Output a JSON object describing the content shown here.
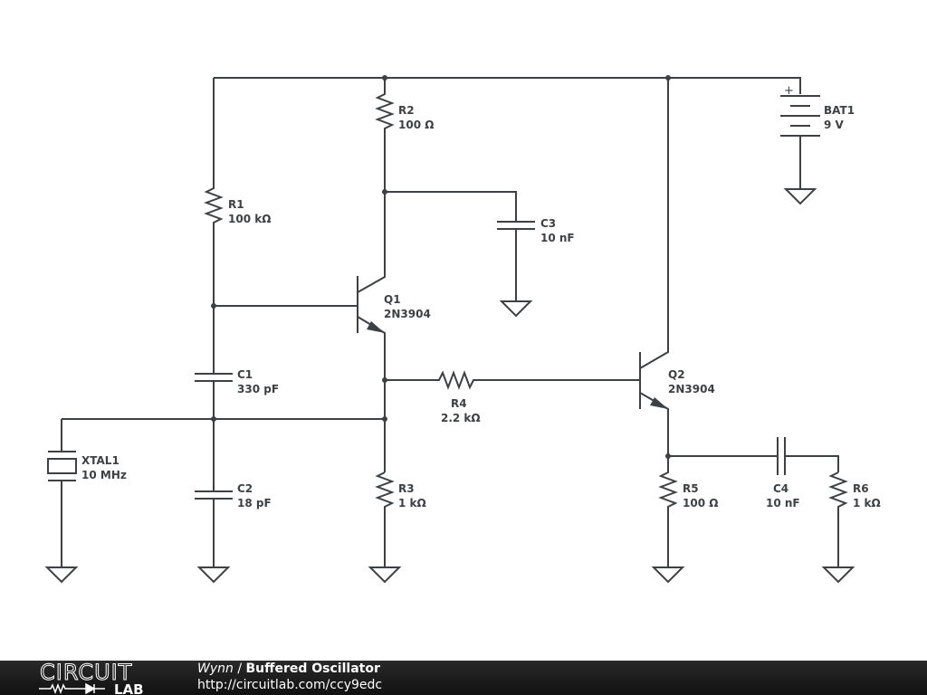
{
  "footer": {
    "logo_top": "CIRCUIT",
    "logo_bottom": "LAB",
    "author": "Wynn",
    "separator": " / ",
    "title": "Buffered Oscillator",
    "url": "http://circuitlab.com/ccy9edc"
  },
  "components": {
    "R1": {
      "name": "R1",
      "value": "100 kΩ"
    },
    "R2": {
      "name": "R2",
      "value": "100 Ω"
    },
    "R3": {
      "name": "R3",
      "value": "1 kΩ"
    },
    "R4": {
      "name": "R4",
      "value": "2.2 kΩ"
    },
    "R5": {
      "name": "R5",
      "value": "100 Ω"
    },
    "R6": {
      "name": "R6",
      "value": "1 kΩ"
    },
    "C1": {
      "name": "C1",
      "value": "330 pF"
    },
    "C2": {
      "name": "C2",
      "value": "18 pF"
    },
    "C3": {
      "name": "C3",
      "value": "10 nF"
    },
    "C4": {
      "name": "C4",
      "value": "10 nF"
    },
    "Q1": {
      "name": "Q1",
      "value": "2N3904"
    },
    "Q2": {
      "name": "Q2",
      "value": "2N3904"
    },
    "XTAL1": {
      "name": "XTAL1",
      "value": "10 MHz"
    },
    "BAT1": {
      "name": "BAT1",
      "value": "9 V",
      "polarity": "+"
    }
  }
}
